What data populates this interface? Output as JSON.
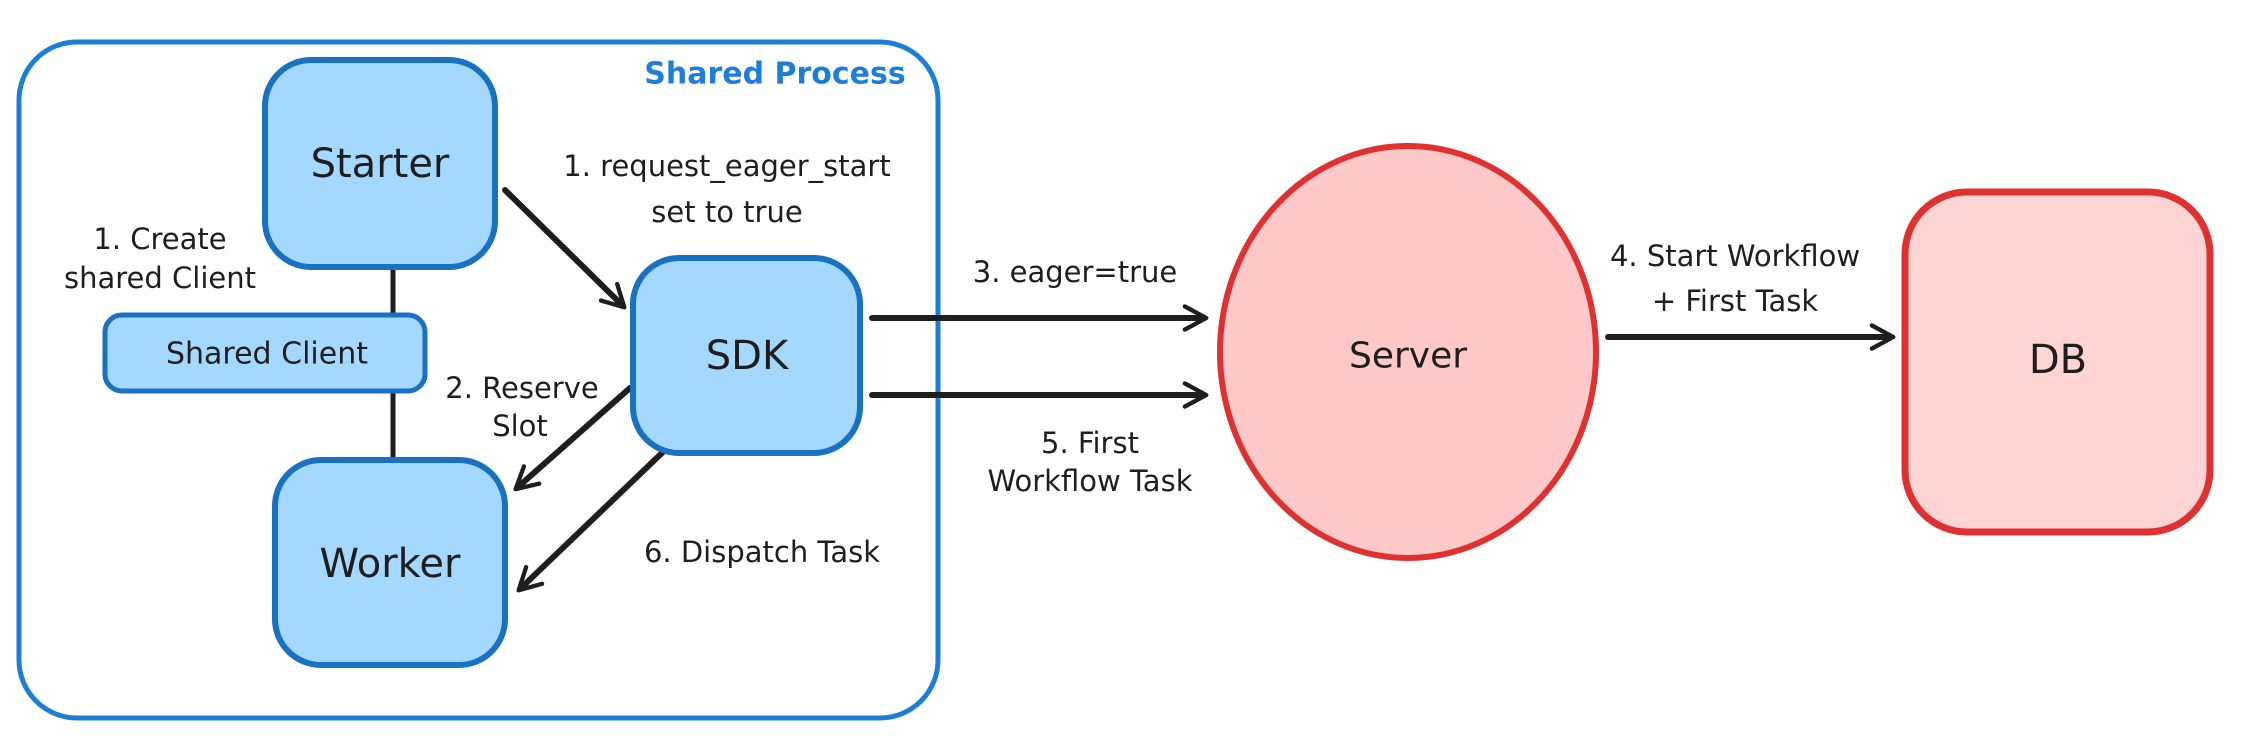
{
  "diagram": {
    "title_region": {
      "frame_label": "Shared Process"
    },
    "nodes": {
      "starter": {
        "label": "Starter"
      },
      "shared_client": {
        "label": "Shared Client"
      },
      "worker": {
        "label": "Worker"
      },
      "sdk": {
        "label": "SDK"
      },
      "server": {
        "label": "Server"
      },
      "db": {
        "label": "DB"
      }
    },
    "annotations": {
      "create_shared_client": {
        "line1": "1. Create",
        "line2": "shared Client"
      },
      "request_eager_start": {
        "line1": "1. request_eager_start",
        "line2": "set to true"
      },
      "reserve_slot": {
        "line1": "2. Reserve",
        "line2": "Slot"
      },
      "eager_true": {
        "text": "3. eager=true"
      },
      "start_workflow": {
        "line1": "4. Start Workflow",
        "line2": "+ First Task"
      },
      "first_workflow_task": {
        "line1": "5. First",
        "line2": "Workflow Task"
      },
      "dispatch_task": {
        "text": "6. Dispatch Task"
      }
    },
    "colors": {
      "blue_stroke": "#1971c2",
      "frame_stroke": "#1c7ed6",
      "blue_fill": "#a5d8ff",
      "red_stroke": "#e03131",
      "red_fill": "#ffc9c9",
      "db_fill": "#ffd4d4",
      "ink": "#1e1e1e",
      "background": "#ffffff"
    }
  }
}
